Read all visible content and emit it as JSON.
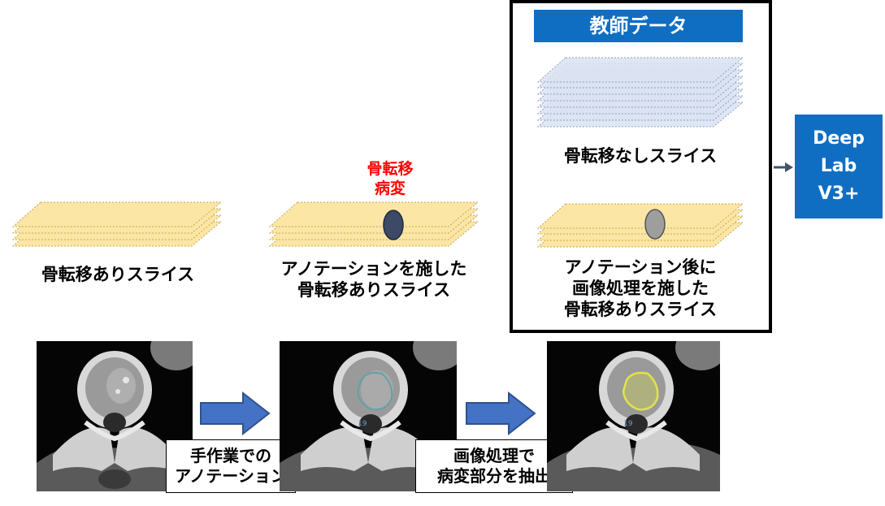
{
  "teacher_data": {
    "header": "教師データ"
  },
  "stacks": {
    "metastasis_slices": {
      "label": "骨転移ありスライス"
    },
    "annotated_slices": {
      "label_line1": "アノテーションを施した",
      "label_line2": "骨転移ありスライス",
      "lesion_label_line1": "骨転移",
      "lesion_label_line2": "病変"
    },
    "no_metastasis_slices": {
      "label": "骨転移なしスライス"
    },
    "processed_slices": {
      "label_line1": "アノテーション後に",
      "label_line2": "画像処理を施した",
      "label_line3": "骨転移ありスライス"
    }
  },
  "model": {
    "line1": "Deep",
    "line2": "Lab",
    "line3": "V3+"
  },
  "steps": {
    "manual": {
      "line1": "手作業での",
      "line2": "アノテーション"
    },
    "processing": {
      "line1": "画像処理で",
      "line2": "病変部分を抽出"
    }
  },
  "ct_overlay_text": "19",
  "colors": {
    "yellow_slice": "#fbe6a6",
    "yellow_edge": "#c8a64b",
    "blue_slice": "#dbe3f2",
    "blue_edge": "#8b9dc3",
    "accent_blue": "#0f6ec2",
    "arrow_blue": "#4472c4",
    "arrow_edge": "#2f528f",
    "lesion_dark": "#3c4a66",
    "lesion_gray": "#9e9e9e",
    "lesion_text_red": "#ff0000",
    "outline_teal": "#5fa3a8",
    "outline_yellow": "#e2e34a"
  }
}
